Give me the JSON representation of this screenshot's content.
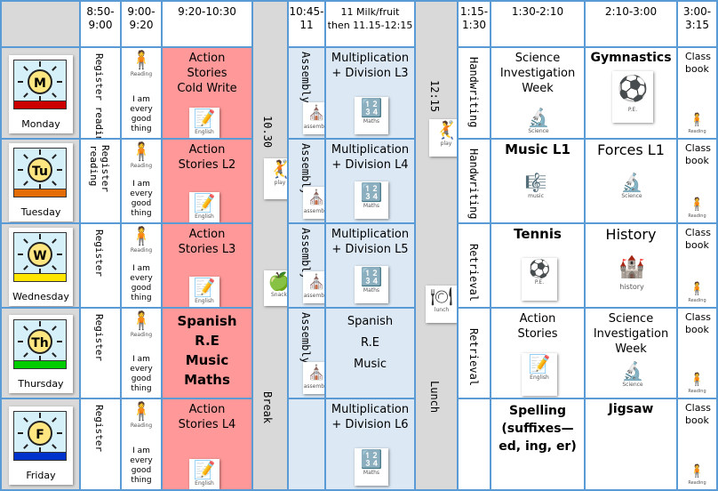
{
  "header": {
    "times": [
      "8:50-\n9:00",
      "9:00-\n9:20",
      "9:20-10:30",
      "10:45-\n11",
      "11 Milk/fruit\nthen 11.15-12:15",
      "1:15-\n1:30",
      "1:30-2:10",
      "2:10-3:00",
      "3:00-\n3:15"
    ]
  },
  "break": {
    "time": "10.30",
    "label": "Break",
    "play_label": "play",
    "snack_label": "Snack"
  },
  "lunch": {
    "time": "12:15",
    "label": "Lunch",
    "play_label": "play",
    "lunch_label": "lunch"
  },
  "common": {
    "reading_label": "Reading",
    "song": "I am\nevery\ngood\nthing",
    "assembly": "Assembly",
    "assembly_label": "assembly",
    "english_label": "English",
    "maths_label": "Maths",
    "science_label": "Science",
    "pe_label": "P.E.",
    "music_label": "music",
    "history_label": "history",
    "classbook": "Class\nbook"
  },
  "days": [
    {
      "letter": "M",
      "name": "Monday",
      "color": "#cc0000",
      "register": "Register reading",
      "morning": "Action\nStories\nCold Write",
      "maths": "Multiplication\n+ Division L3",
      "afternoon_short": "Handwriting",
      "pm1": "Science\nInvestigation\nWeek",
      "pm2": "Gymnastics"
    },
    {
      "letter": "Tu",
      "name": "Tuesday",
      "color": "#e36c09",
      "register": "Register\nreading",
      "morning": "Action\nStories L2",
      "maths": "Multiplication\n+ Division L4",
      "afternoon_short": "Handwriting",
      "pm1": "Music L1",
      "pm2": "Forces L1"
    },
    {
      "letter": "W",
      "name": "Wednesday",
      "color": "#ffe600",
      "register": "Register",
      "morning": "Action\nStories L3",
      "maths": "Multiplication\n+ Division L5",
      "afternoon_short": "Retrieval",
      "pm1": "Tennis",
      "pm2": "History"
    },
    {
      "letter": "Th",
      "name": "Thursday",
      "color": "#00cc00",
      "register": "Register",
      "morning": "Spanish\nR.E\nMusic\nMaths",
      "maths": "Spanish\nR.E\nMusic",
      "afternoon_short": "Retrieval",
      "pm1": "Action\nStories",
      "pm2": "Science\nInvestigation\nWeek"
    },
    {
      "letter": "F",
      "name": "Friday",
      "color": "#0033cc",
      "register": "Register",
      "morning": "Action\nStories L4",
      "maths": "Multiplication\n+ Division L6",
      "afternoon_short": "",
      "pm1": "Spelling\n(suffixes—\ned, ing, er)",
      "pm2": "Jigsaw"
    }
  ]
}
